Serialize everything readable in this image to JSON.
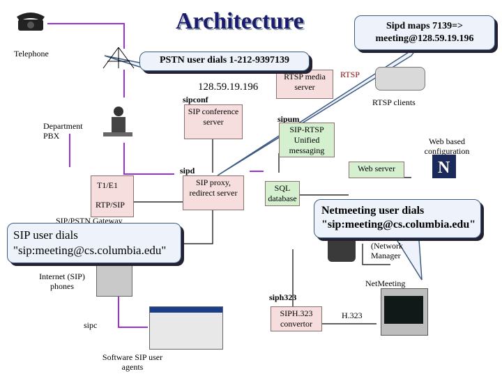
{
  "title": "Architecture",
  "labels": {
    "telephone": "Telephone",
    "pstn_callout": "PSTN user dials 1-212-9397139",
    "ip": "128.59.19.196",
    "sipconf": "sipconf",
    "sip_conf_server": "SIP conference server",
    "rtsp_media_server": "RTSP media server",
    "rtsp": "RTSP",
    "rtsp_clients": "RTSP clients",
    "department_pbx": "Department PBX",
    "sipum": "sipum",
    "sip_rtsp": "SIP-RTSP Unified messaging",
    "web_config": "Web based configuration",
    "web_server": "Web server",
    "t1e1": "T1/E1",
    "rtp_sip": "RTP/SIP",
    "gateway": "SIP/PSTN Gateway",
    "sipd": "sipd",
    "proxy": "SIP proxy, redirect server",
    "sql": "SQL database",
    "internet_phones": "Internet (SIP) phones",
    "siph323": "siph323",
    "siph323_conv": "SIPH.323 convertor",
    "h323": "H.323",
    "netmeeting": "NetMeeting",
    "network_manager": "(Network Manager",
    "sipc": "sipc",
    "software_agents": "Software SIP user agents"
  },
  "callouts": {
    "sipd_maps": "Sipd maps 7139=> meeting@128.59.19.196",
    "pstn_dial": "PSTN user dials 1-212-9397139",
    "netmeeting_dial": "Netmeeting user dials \"sip:meeting@cs.columbia.edu\"",
    "sip_dial": "SIP user dials \"sip:meeting@cs.columbia.edu\""
  },
  "colors": {
    "title": "#1a1a70",
    "pink_box": "#f6dede",
    "green_box": "#d4f0cf",
    "purple_line": "#8a2be2",
    "callout_bg": "#eef3fb"
  }
}
